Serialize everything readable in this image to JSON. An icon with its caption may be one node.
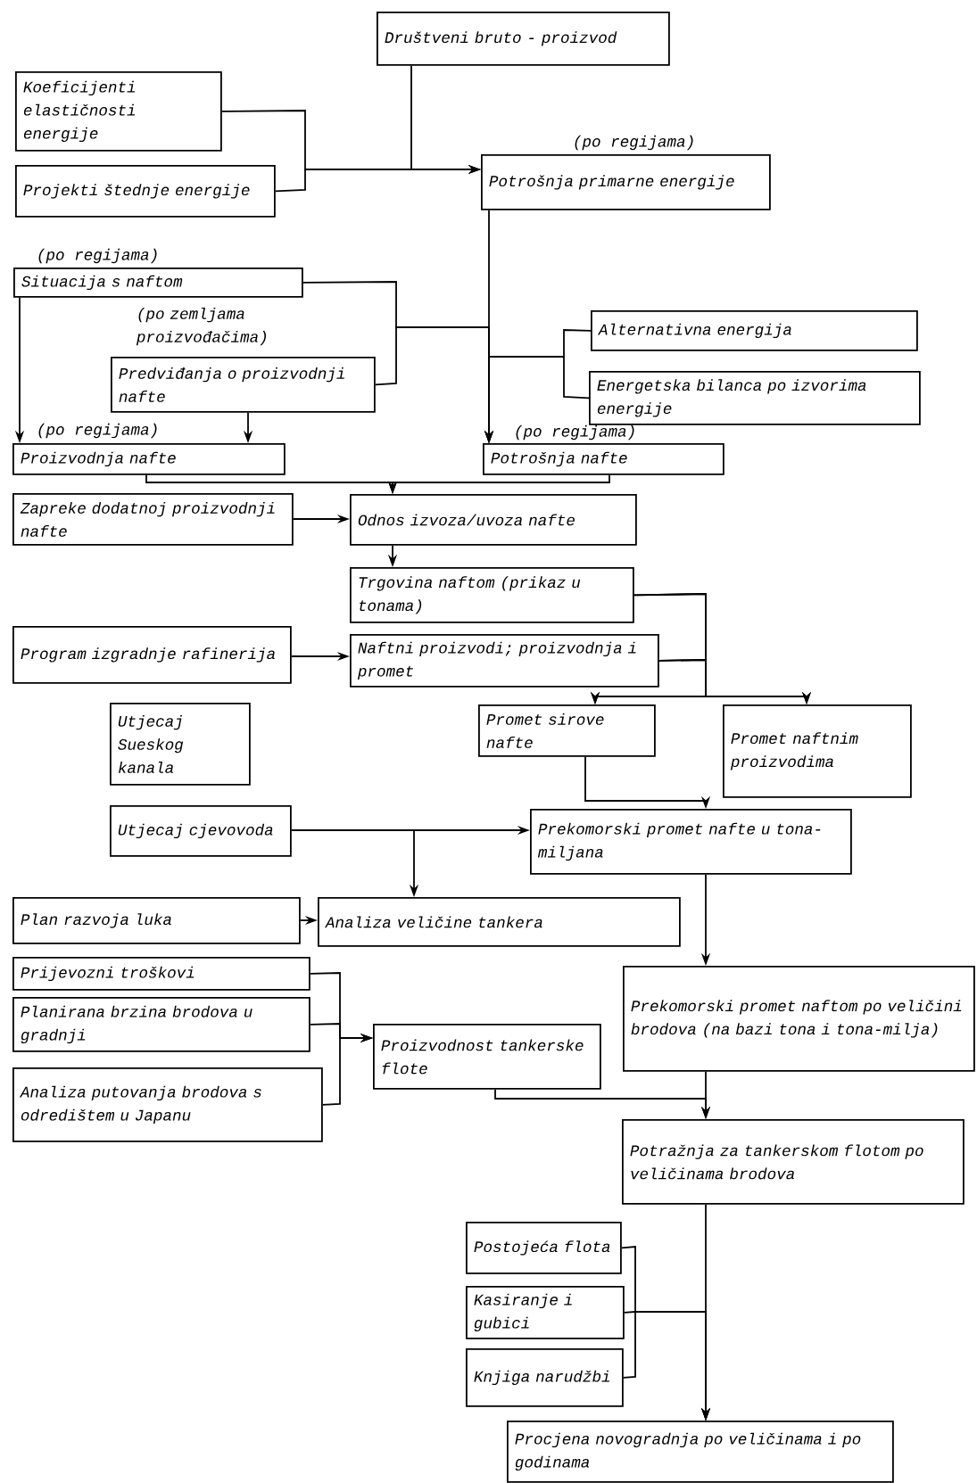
{
  "diagram": {
    "nodes": [
      {
        "text": [
          "Društveni bruto - proizvod"
        ]
      },
      {
        "text": [
          "Koeficijenti elastičnosti energije"
        ]
      },
      {
        "text": [
          "Projekti štednje energije"
        ]
      },
      {
        "text": [
          "Situacija s naftom"
        ],
        "beside": [
          "(po regijama)",
          "(po zemljama proizvođačima)"
        ]
      },
      {
        "text": [
          "Predviđanja o proizvodnji nafte"
        ]
      },
      {
        "text": [
          "Proizvodnja nafte"
        ],
        "beside": [
          "(po regijama)"
        ]
      },
      {
        "text": [
          "Potrošnja primarne energije"
        ],
        "beside": [
          "(po regijama)"
        ]
      },
      {
        "text": [
          "Alternativna energija"
        ]
      },
      {
        "text": [
          "Energetska bilanca po izvorima energije"
        ]
      },
      {
        "text": [
          "Potrošnja nafte"
        ],
        "beside": [
          "(po regijama)"
        ]
      },
      {
        "text": [
          "Zapreke dodatnoj proizvodnji nafte"
        ]
      },
      {
        "text": [
          "Odnos izvoza/uvoza nafte"
        ]
      },
      {
        "text": [
          "Trgovina naftom (prikaz u tonama)"
        ]
      },
      {
        "text": [
          "Program izgradnje rafinerija"
        ]
      },
      {
        "text": [
          "Naftni proizvodi; proizvodnja i promet"
        ]
      },
      {
        "text": [
          "Utjecaj Sueskog kanala"
        ]
      },
      {
        "text": [
          "Utjecaj cjevovoda"
        ]
      },
      {
        "text": [
          "Promet sirove nafte"
        ]
      },
      {
        "text": [
          "Promet naftnim proizvodima"
        ]
      },
      {
        "text": [
          "Prekomorski promet nafte u tona-miljana"
        ]
      },
      {
        "text": [
          "Plan razvoja luka"
        ]
      },
      {
        "text": [
          "Analiza veličine tankera"
        ]
      },
      {
        "text": [
          "Prijevozni troškovi"
        ]
      },
      {
        "text": [
          "Planirana brzina brodova u gradnji"
        ]
      },
      {
        "text": [
          "Analiza putovanja brodova s odredištem u Japanu"
        ]
      },
      {
        "text": [
          "Proizvodnost tankerske flote"
        ]
      },
      {
        "text": [
          "Prekomorski promet naftom po veličini brodova (na bazi tona i tona-milja)"
        ]
      },
      {
        "text": [
          "Potražnja za tankerskom flotom po veličinama brodova"
        ]
      },
      {
        "text": [
          "Postojeća flota"
        ]
      },
      {
        "text": [
          "Kasiranje i gubici"
        ]
      },
      {
        "text": [
          "Knjiga narudžbi"
        ]
      },
      {
        "text": [
          "Procjena novogradnja po veličinama i po godinama"
        ]
      }
    ],
    "edges": [
      {
        "from": 0,
        "to": 6,
        "arrow": "to"
      },
      {
        "from": 1,
        "to": 6,
        "arrow": "to"
      },
      {
        "from": 2,
        "to": 6,
        "arrow": "to"
      },
      {
        "from": 3,
        "to": 9,
        "arrow": "to"
      },
      {
        "from": 4,
        "to": 9,
        "arrow": "to"
      },
      {
        "from": 6,
        "to": 9,
        "arrow": "to"
      },
      {
        "from": 7,
        "to": 9,
        "arrow": "to"
      },
      {
        "from": 8,
        "to": 9,
        "arrow": "to"
      },
      {
        "from": 3,
        "to": 5,
        "arrow": "to"
      },
      {
        "from": 4,
        "to": 5,
        "arrow": "to"
      },
      {
        "from": 5,
        "to": 11,
        "arrow": "to"
      },
      {
        "from": 9,
        "to": 11,
        "arrow": "to"
      },
      {
        "from": 10,
        "to": 11,
        "arrow": "to"
      },
      {
        "from": 11,
        "to": 12,
        "arrow": "to"
      },
      {
        "from": 12,
        "to": 17,
        "arrow": "to"
      },
      {
        "from": 12,
        "to": 18,
        "arrow": "to"
      },
      {
        "from": 14,
        "to": 17,
        "arrow": "to"
      },
      {
        "from": 14,
        "to": 18,
        "arrow": "to"
      },
      {
        "from": 13,
        "to": 14,
        "arrow": "to"
      },
      {
        "from": 16,
        "to": 19,
        "arrow": "to"
      },
      {
        "from": 16,
        "to": 21,
        "arrow": "to"
      },
      {
        "from": 17,
        "to": 19,
        "arrow": "to"
      },
      {
        "from": 19,
        "to": 26,
        "arrow": "to"
      },
      {
        "from": 20,
        "to": 21,
        "arrow": "to"
      },
      {
        "from": 22,
        "to": 25,
        "arrow": "to"
      },
      {
        "from": 23,
        "to": 25,
        "arrow": "to"
      },
      {
        "from": 24,
        "to": 25,
        "arrow": "to"
      },
      {
        "from": 25,
        "to": 27,
        "arrow": "to"
      },
      {
        "from": 26,
        "to": 27,
        "arrow": "to"
      },
      {
        "from": 27,
        "to": 31,
        "arrow": "to"
      },
      {
        "from": 28,
        "to": 31,
        "arrow": "to"
      },
      {
        "from": 29,
        "to": 31,
        "arrow": "to"
      },
      {
        "from": 30,
        "to": 31,
        "arrow": "to"
      }
    ]
  }
}
